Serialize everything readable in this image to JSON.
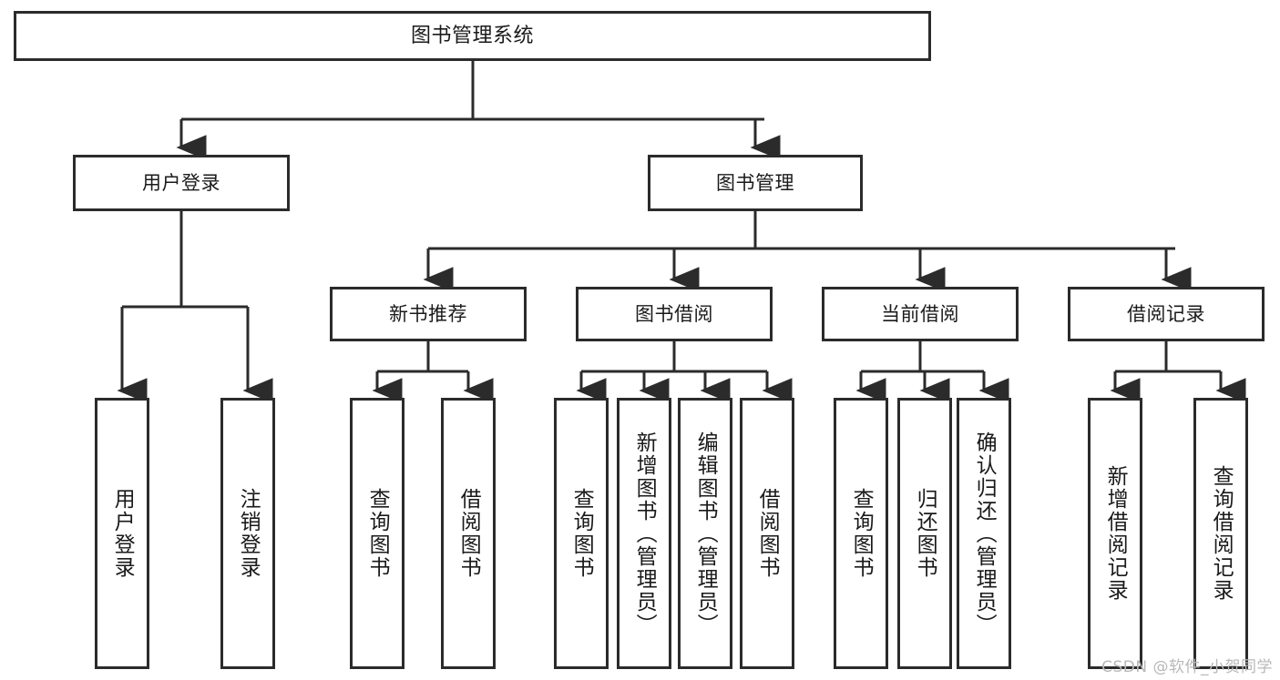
{
  "diagram": {
    "title": "图书管理系统",
    "watermark": "CSDN @软件_小贺同学",
    "colors": {
      "stroke": "#2b2b2b",
      "fill": "#ffffff",
      "text": "#1a1a1a",
      "watermark": "#b8b8b8"
    }
  },
  "nodes": {
    "root": {
      "label": "图书管理系统"
    },
    "level1": [
      {
        "label": "用户登录"
      },
      {
        "label": "图书管理"
      }
    ],
    "level2": [
      {
        "label": "新书推荐"
      },
      {
        "label": "图书借阅"
      },
      {
        "label": "当前借阅"
      },
      {
        "label": "借阅记录"
      }
    ],
    "leaves": {
      "user_login": [
        {
          "label": "用户登录"
        },
        {
          "label": "注销登录"
        }
      ],
      "new_book_recommend": [
        {
          "label": "查询图书"
        },
        {
          "label": "借阅图书"
        }
      ],
      "book_borrow": [
        {
          "label": "查询图书"
        },
        {
          "label": "新增图书（管理员）"
        },
        {
          "label": "编辑图书（管理员）"
        },
        {
          "label": "借阅图书"
        }
      ],
      "current_borrow": [
        {
          "label": "查询图书"
        },
        {
          "label": "归还图书"
        },
        {
          "label": "确认归还（管理员）"
        }
      ],
      "borrow_record": [
        {
          "label": "新增借阅记录"
        },
        {
          "label": "查询借阅记录"
        }
      ]
    }
  }
}
